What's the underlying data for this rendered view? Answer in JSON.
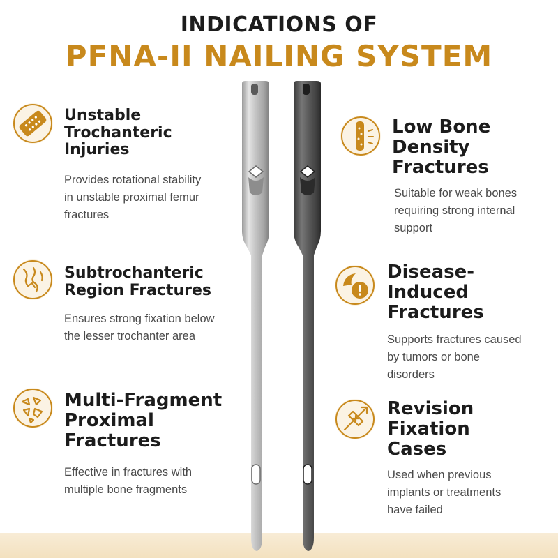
{
  "title": {
    "line1": "INDICATIONS OF",
    "line2": "PFNA-II NAILING SYSTEM"
  },
  "colors": {
    "accent": "#c8891c",
    "heading": "#1c1c1c",
    "body_text": "#4a4a4a",
    "floor": "#f5e6c8"
  },
  "left": [
    {
      "icon": "unstable-trochanteric-icon",
      "heading": [
        "Unstable",
        "Trochanteric",
        "Injuries"
      ],
      "desc": [
        "Provides rotational stability",
        "in unstable proximal femur",
        "fractures"
      ]
    },
    {
      "icon": "subtrochanteric-icon",
      "heading": [
        "Subtrochanteric",
        "Region Fractures"
      ],
      "desc": [
        "Ensures strong fixation below",
        "the lesser trochanter area"
      ]
    },
    {
      "icon": "multi-fragment-icon",
      "heading": [
        "Multi-Fragment",
        "Proximal",
        "Fractures"
      ],
      "desc": [
        "Effective in fractures with",
        "multiple bone fragments"
      ]
    }
  ],
  "right": [
    {
      "icon": "low-bone-density-icon",
      "heading": [
        "Low Bone",
        "Density",
        "Fractures"
      ],
      "desc": [
        "Suitable for weak bones",
        "requiring strong internal",
        "support"
      ]
    },
    {
      "icon": "disease-induced-icon",
      "heading": [
        "Disease-",
        "Induced",
        "Fractures"
      ],
      "desc": [
        "Supports fractures caused",
        "by tumors or bone",
        "disorders"
      ]
    },
    {
      "icon": "revision-fixation-icon",
      "heading": [
        "Revision",
        "Fixation",
        "Cases"
      ],
      "desc": [
        "Used when previous",
        "implants or treatments",
        "have failed"
      ]
    }
  ]
}
